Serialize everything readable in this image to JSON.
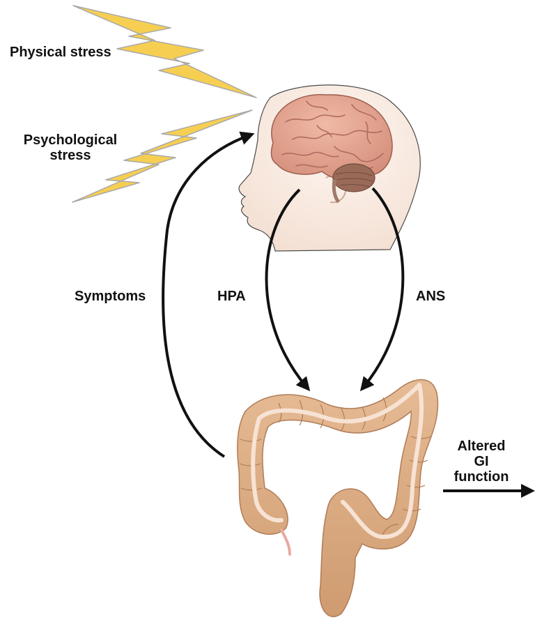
{
  "labels": {
    "physical_stress": "Physical stress",
    "psychological_stress_line1": "Psychological",
    "psychological_stress_line2": "stress",
    "symptoms": "Symptoms",
    "hpa": "HPA",
    "ans": "ANS",
    "altered_line1": "Altered",
    "altered_line2": "GI",
    "altered_line3": "function"
  },
  "colors": {
    "lightning_fill": "#f6cf52",
    "lightning_stroke": "#b4b4b4",
    "brain": "#e7a895",
    "brain_folds": "#b86d62",
    "cerebellum": "#9a6a58",
    "head_skin": "#fcf2ec",
    "colon": "#ddae86",
    "colon_stroke": "#b37f59",
    "colon_band": "#f7e3d4",
    "arrow": "#111111"
  }
}
